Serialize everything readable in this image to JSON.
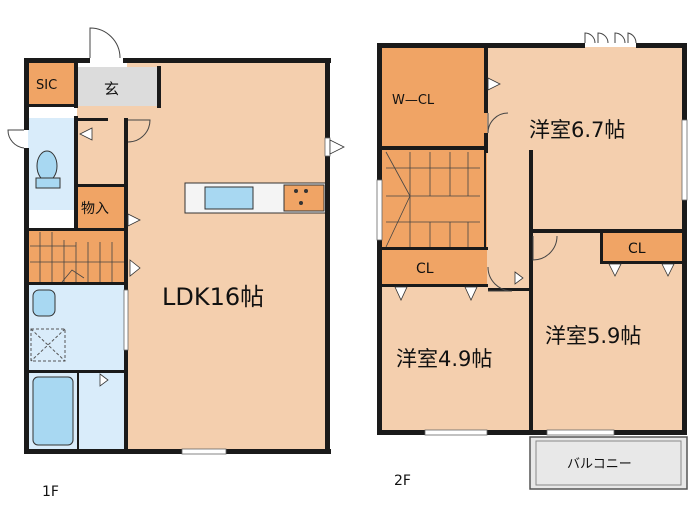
{
  "floors": [
    {
      "id": "1f",
      "label": "1F"
    },
    {
      "id": "2f",
      "label": "2F"
    }
  ],
  "rooms": {
    "sic": "SIC",
    "genkan": "玄",
    "monoire": "物入",
    "ldk": "LDK16帖",
    "wcl": "W—CL",
    "yoshitsu67": "洋室6.7帖",
    "cl_left": "CL",
    "cl_right": "CL",
    "yoshitsu49": "洋室4.9帖",
    "yoshitsu59": "洋室5.9帖",
    "balcony": "バルコニー"
  },
  "colors": {
    "room_fill": "#f4cfae",
    "closet_fill": "#f0a465",
    "wet_fill": "#d9ecfa",
    "fixture_fill": "#a8d8f2",
    "wall": "#1a1a1a",
    "balcony_fill": "#e8e8e8"
  }
}
